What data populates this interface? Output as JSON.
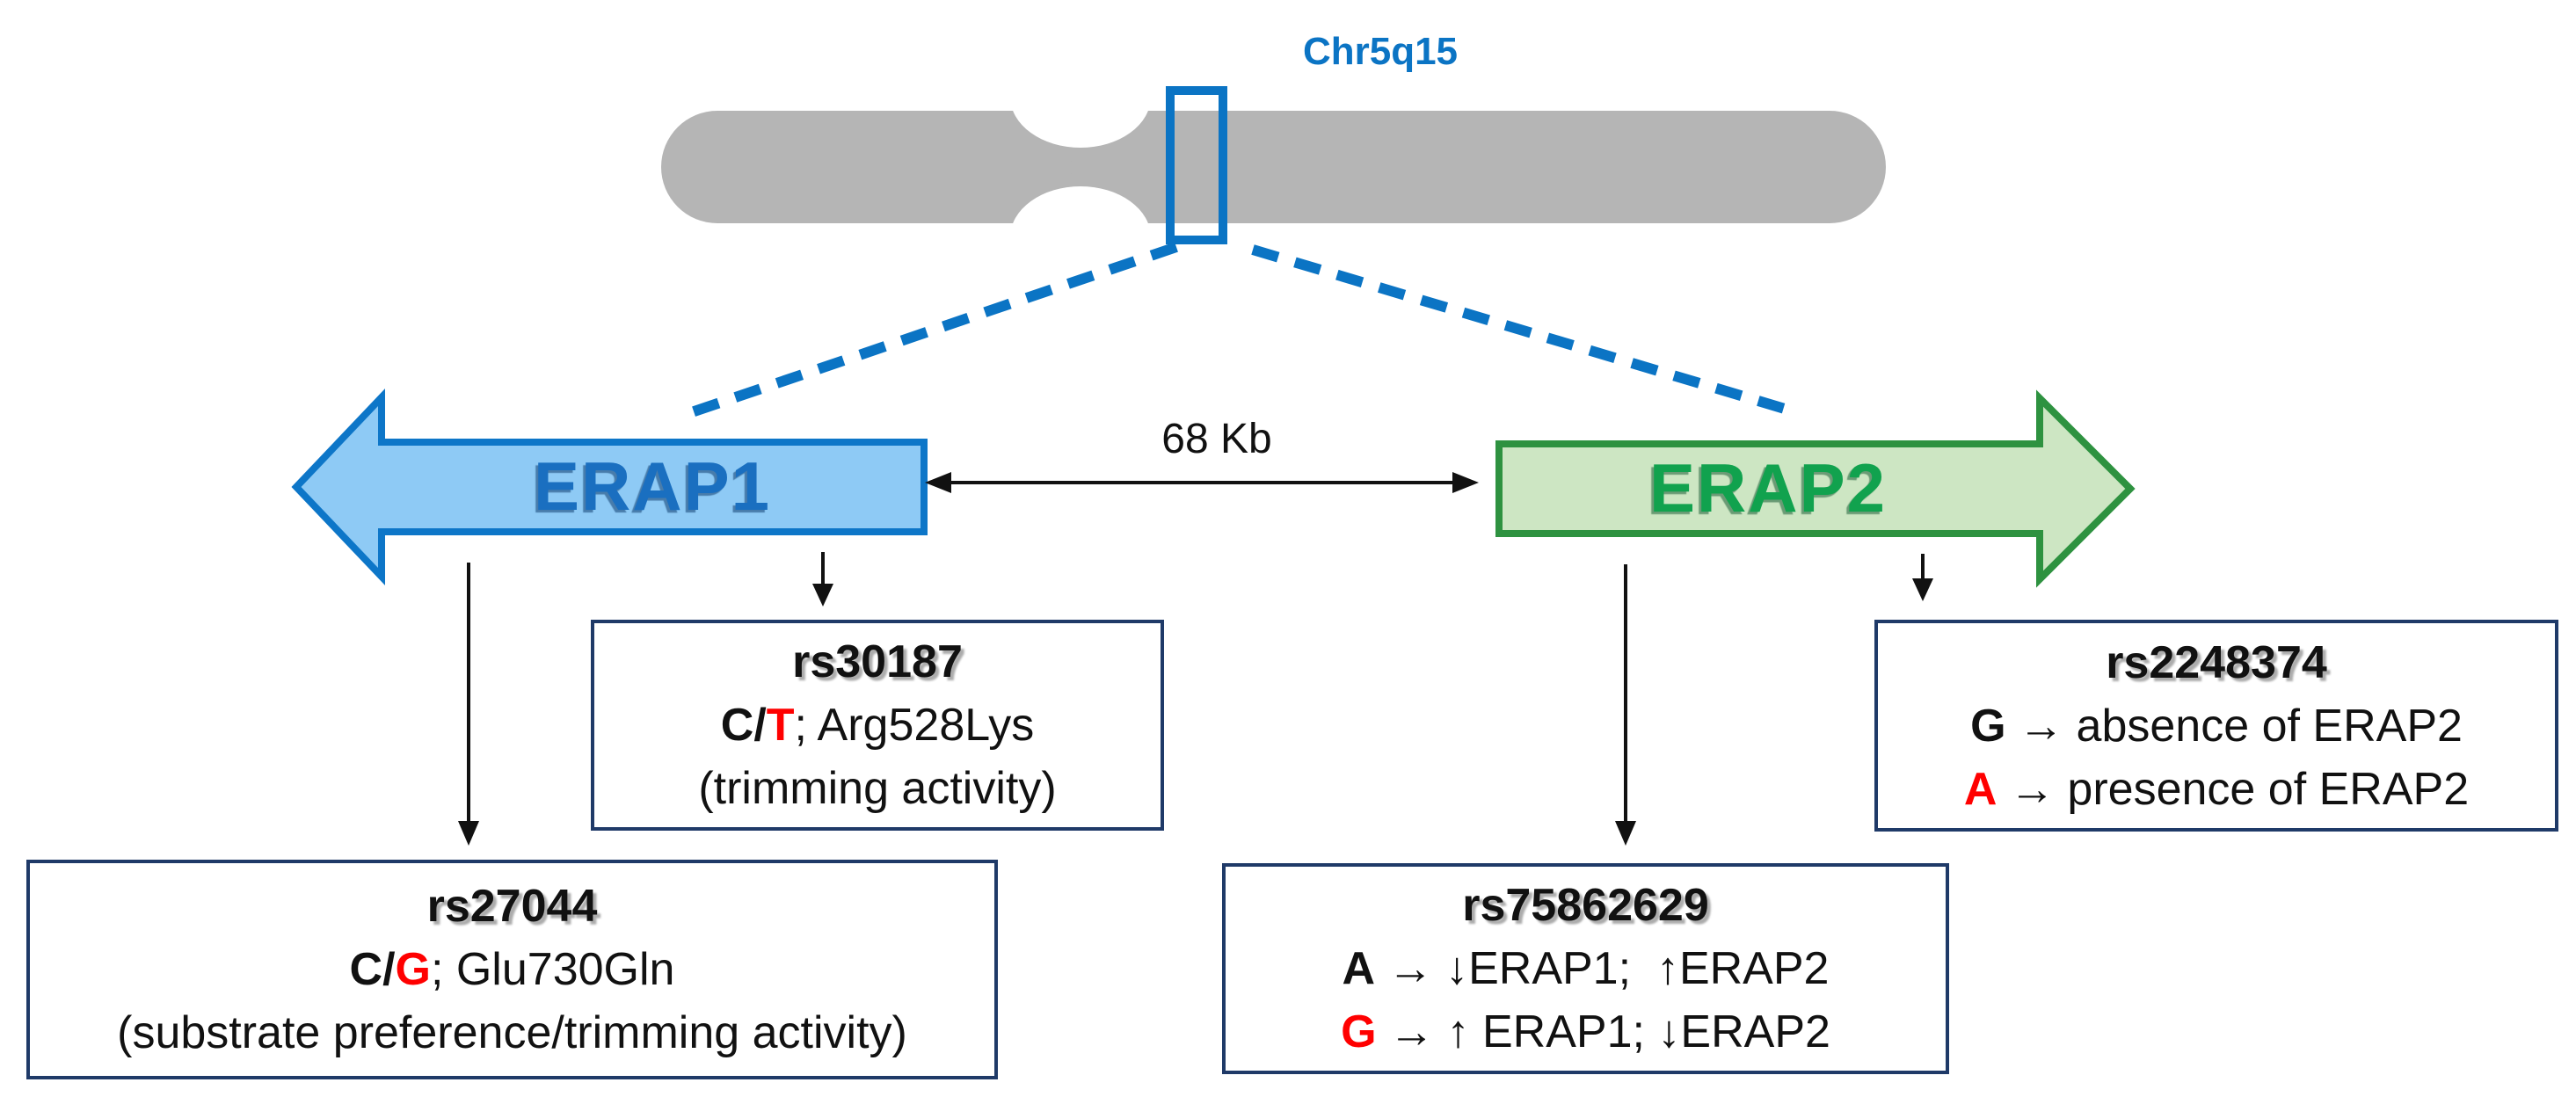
{
  "band_label": "Chr5q15",
  "distance_label": "68 Kb",
  "genes": {
    "erap1": {
      "label": "ERAP1"
    },
    "erap2": {
      "label": "ERAP2"
    }
  },
  "snp_boxes": {
    "rs30187": {
      "title": "rs30187",
      "allele_bold": "C/",
      "allele_red": "T",
      "allele_rest": "; Arg528Lys",
      "effect": "(trimming activity)"
    },
    "rs27044": {
      "title": "rs27044",
      "allele_bold": "C/",
      "allele_red": "G",
      "allele_rest": "; Glu730Gln",
      "effect": "(substrate preference/trimming activity)"
    },
    "rs2248374": {
      "title": "rs2248374",
      "g_allele": "G",
      "g_arrow": "→",
      "g_text": "absence of ERAP2",
      "a_allele": "A",
      "a_arrow": "→",
      "a_text": "presence of ERAP2"
    },
    "rs75862629": {
      "title": "rs75862629",
      "a_allele": "A",
      "a_arrow": "→",
      "a_text": "↓ERAP1;  ↑ERAP2",
      "g_allele": "G",
      "g_arrow": "→",
      "g_text": "↑ ERAP1; ↓ERAP2"
    }
  },
  "colors": {
    "accent_blue": "#0b74c4",
    "erap1_fill": "#8ecaf5",
    "erap1_border": "#0d76c8",
    "erap1_text": "#1a6fc0",
    "erap2_fill": "#cde6c3",
    "erap2_border": "#2e9240",
    "erap2_text": "#11a24e",
    "box_border": "#1f3a68",
    "allele_red": "#ff0000",
    "chromosome_gray": "#b5b5b5",
    "text_black": "#111111"
  }
}
